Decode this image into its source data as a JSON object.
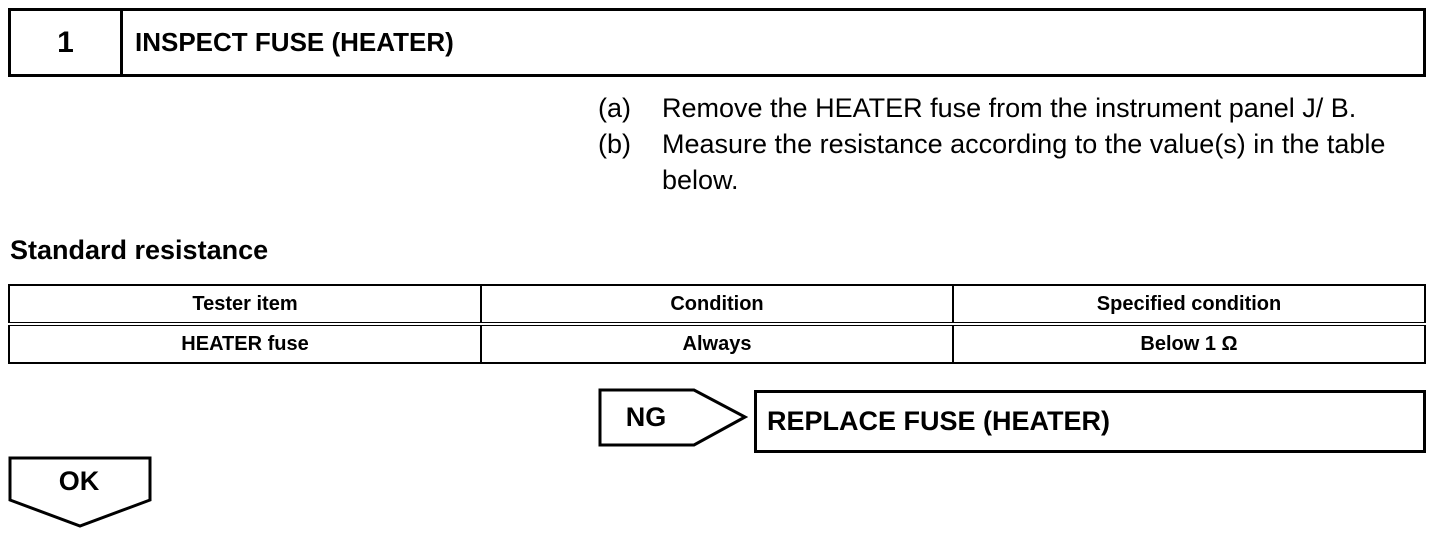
{
  "step": {
    "number": "1",
    "title": "INSPECT FUSE (HEATER)"
  },
  "instructions": [
    {
      "marker": "(a)",
      "text": "Remove the HEATER fuse from the instrument panel J/ B."
    },
    {
      "marker": "(b)",
      "text": "Measure the resistance according to the value(s) in the table below."
    }
  ],
  "section_label": "Standard resistance",
  "table": {
    "headers": [
      "Tester item",
      "Condition",
      "Specified condition"
    ],
    "rows": [
      [
        "HEATER fuse",
        "Always",
        "Below 1 Ω"
      ]
    ]
  },
  "ng_branch": {
    "label": "NG",
    "action": "REPLACE FUSE (HEATER)"
  },
  "ok_branch": {
    "label": "OK"
  }
}
